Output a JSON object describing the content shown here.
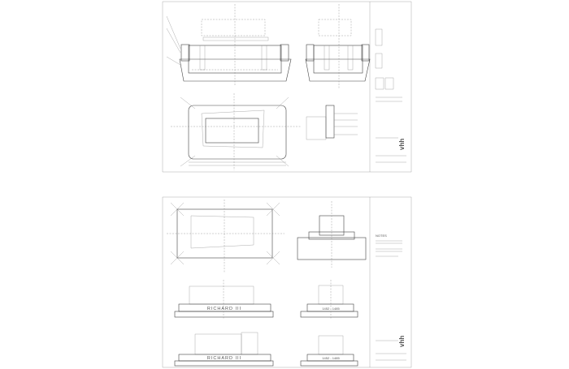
{
  "sheets": [
    {
      "id": "sheet-1",
      "logo": "vhh",
      "views": [
        "section-long",
        "section-short",
        "plan",
        "detail"
      ]
    },
    {
      "id": "sheet-2",
      "logo": "vhh",
      "notes_heading": "NOTES",
      "inscription_name": "RICHARD III",
      "inscription_dates": "1452 - 1485",
      "views": [
        "plan",
        "section",
        "elevation-long",
        "elevation-short",
        "elevation-long-2",
        "elevation-short-2"
      ]
    }
  ],
  "colors": {
    "line": "#444444",
    "fill_mid": "#cfcfcf",
    "fill_dark": "#a8a8a8",
    "fill_light": "#eeeeee"
  }
}
